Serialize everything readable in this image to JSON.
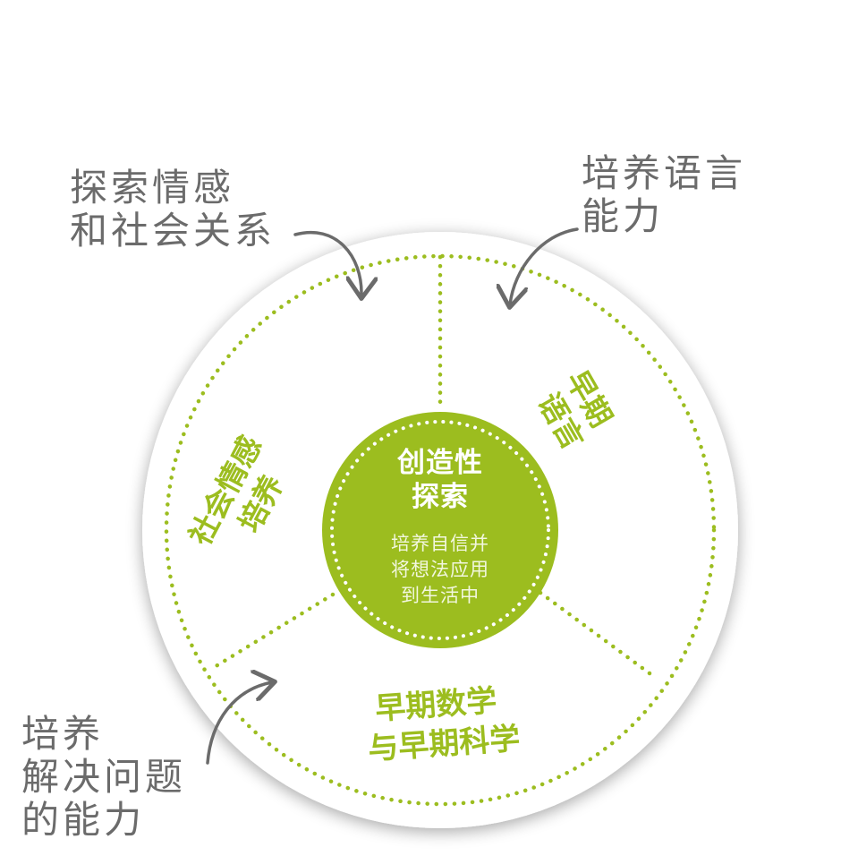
{
  "colors": {
    "accent": "#9cbd1f",
    "label_gray": "#6b6b6b",
    "circle_fill": "#ffffff",
    "background": "#ffffff"
  },
  "center": {
    "title": [
      "创造性",
      "探索"
    ],
    "subtitle": [
      "培养自信并",
      "将想法应用",
      "到生活中"
    ]
  },
  "sectors": {
    "language": [
      "早期",
      "语言"
    ],
    "social": [
      "社会情感",
      "培养"
    ],
    "math_science": [
      "早期数学",
      "与早期科学"
    ]
  },
  "outer_labels": {
    "social": [
      "探索情感",
      "和社会关系"
    ],
    "language": [
      "培养语言",
      "能力"
    ],
    "problem_solving": [
      "培养",
      "解决问题",
      "的能力"
    ]
  }
}
